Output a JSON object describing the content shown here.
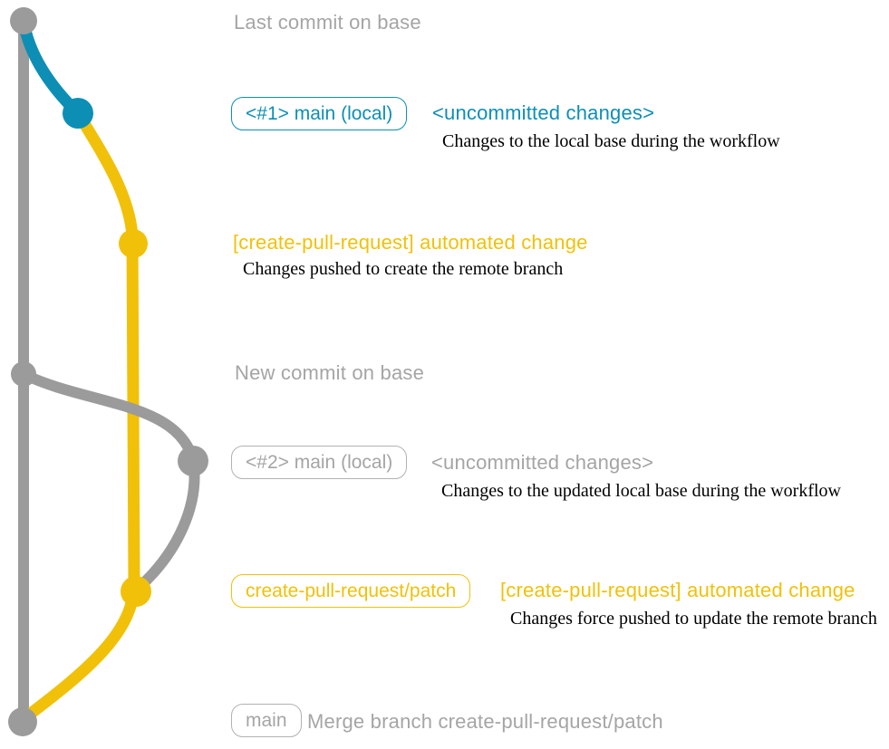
{
  "colors": {
    "background": "#ffffff",
    "base_gray": "#9b9b9b",
    "text_gray": "#a5a5a5",
    "border_gray": "#b2b2b2",
    "teal": "#0d8fb5",
    "yellow": "#f1c109",
    "note_black": "#000000"
  },
  "rows": {
    "last_commit_on_base": {
      "message": "Last commit on base"
    },
    "uncommitted_1": {
      "ref": "<#1> main (local)",
      "message": "<uncommitted changes>",
      "note": "Changes to the local base during the workflow"
    },
    "automated_change_1": {
      "message": "[create-pull-request] automated change",
      "note": "Changes pushed to create the remote branch"
    },
    "new_commit_on_base": {
      "message": "New commit on base"
    },
    "uncommitted_2": {
      "ref": "<#2> main (local)",
      "message": "<uncommitted changes>",
      "note": "Changes to the updated local base during the workflow"
    },
    "automated_change_2": {
      "ref": "create-pull-request/patch",
      "message": "[create-pull-request] automated change",
      "note": "Changes force pushed to update the remote branch"
    },
    "merge_commit": {
      "ref": "main",
      "message": "Merge branch create-pull-request/patch"
    }
  }
}
